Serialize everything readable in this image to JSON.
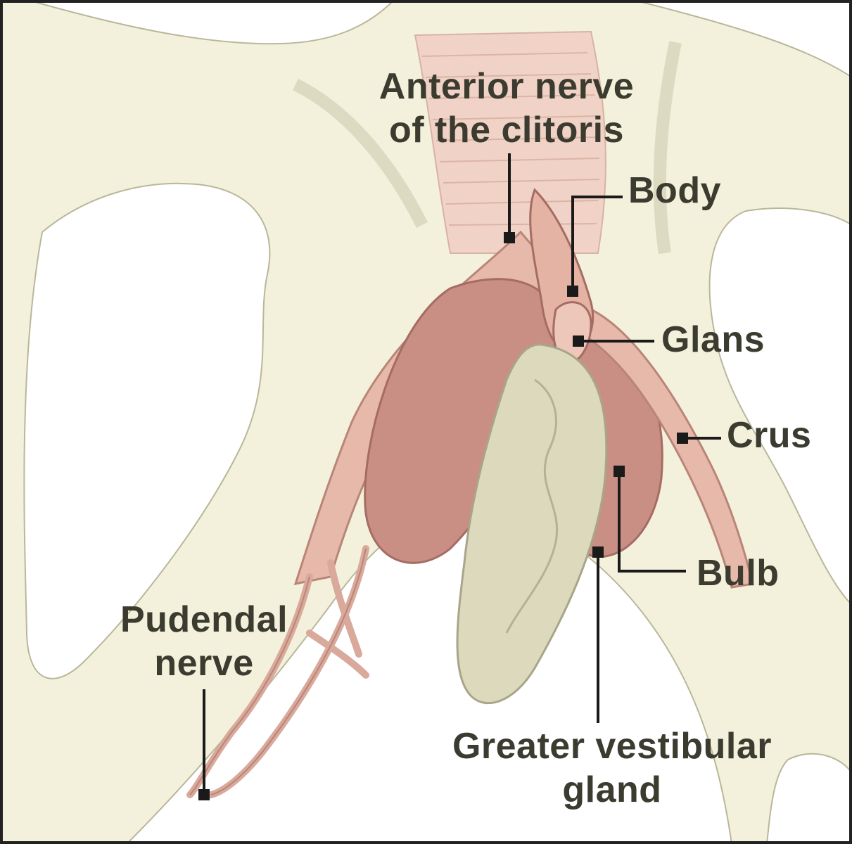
{
  "labels": {
    "anterior_nerve": {
      "line1": "Anterior nerve",
      "line2": "of the clitoris"
    },
    "body": "Body",
    "glans": "Glans",
    "crus": "Crus",
    "bulb": "Bulb",
    "pudendal_nerve": {
      "line1": "Pudendal",
      "line2": "nerve"
    },
    "greater_vestibular_gland": {
      "line1": "Greater vestibular",
      "line2": "gland"
    }
  },
  "colors": {
    "bone": "#f3f1dc",
    "bone_outline": "#b9b79a",
    "background": "#ffffff",
    "tissue_pink": "#e9c2b4",
    "tissue_dark": "#c98f85",
    "gland": "#ddd9bd",
    "leader_line": "#1a1a1a",
    "text": "#3b3b30"
  }
}
